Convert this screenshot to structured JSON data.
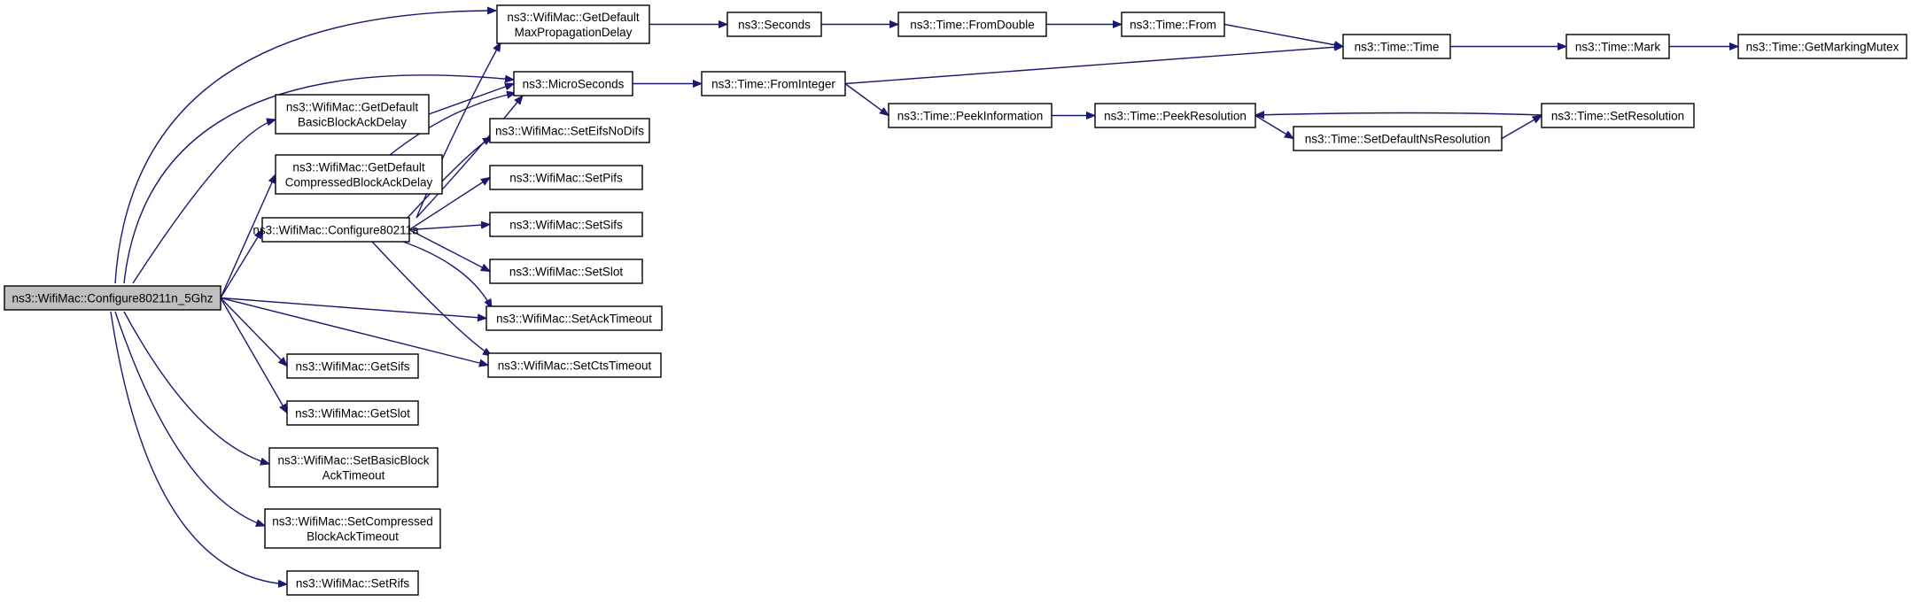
{
  "graph": {
    "root_node": "n_root",
    "nodes": [
      {
        "id": "n_root",
        "lines": [
          "ns3::WifiMac::Configure80211n_5Ghz"
        ]
      },
      {
        "id": "n_getdefmaxprop",
        "lines": [
          "ns3::WifiMac::GetDefault",
          "MaxPropagationDelay"
        ]
      },
      {
        "id": "n_microseconds",
        "lines": [
          "ns3::MicroSeconds"
        ]
      },
      {
        "id": "n_getdefbasic",
        "lines": [
          "ns3::WifiMac::GetDefault",
          "BasicBlockAckDelay"
        ]
      },
      {
        "id": "n_getdefcomp",
        "lines": [
          "ns3::WifiMac::GetDefault",
          "CompressedBlockAckDelay"
        ]
      },
      {
        "id": "n_conf80211a",
        "lines": [
          "ns3::WifiMac::Configure80211a"
        ]
      },
      {
        "id": "n_seteifs",
        "lines": [
          "ns3::WifiMac::SetEifsNoDifs"
        ]
      },
      {
        "id": "n_setpifs",
        "lines": [
          "ns3::WifiMac::SetPifs"
        ]
      },
      {
        "id": "n_setsifs",
        "lines": [
          "ns3::WifiMac::SetSifs"
        ]
      },
      {
        "id": "n_setslot",
        "lines": [
          "ns3::WifiMac::SetSlot"
        ]
      },
      {
        "id": "n_setack",
        "lines": [
          "ns3::WifiMac::SetAckTimeout"
        ]
      },
      {
        "id": "n_setcts",
        "lines": [
          "ns3::WifiMac::SetCtsTimeout"
        ]
      },
      {
        "id": "n_getsifs",
        "lines": [
          "ns3::WifiMac::GetSifs"
        ]
      },
      {
        "id": "n_getslot",
        "lines": [
          "ns3::WifiMac::GetSlot"
        ]
      },
      {
        "id": "n_setbasicba",
        "lines": [
          "ns3::WifiMac::SetBasicBlock",
          "AckTimeout"
        ]
      },
      {
        "id": "n_setcompba",
        "lines": [
          "ns3::WifiMac::SetCompressed",
          "BlockAckTimeout"
        ]
      },
      {
        "id": "n_setrifs",
        "lines": [
          "ns3::WifiMac::SetRifs"
        ]
      },
      {
        "id": "n_seconds",
        "lines": [
          "ns3::Seconds"
        ]
      },
      {
        "id": "n_fromdouble",
        "lines": [
          "ns3::Time::FromDouble"
        ]
      },
      {
        "id": "n_from",
        "lines": [
          "ns3::Time::From"
        ]
      },
      {
        "id": "n_time",
        "lines": [
          "ns3::Time::Time"
        ]
      },
      {
        "id": "n_mark",
        "lines": [
          "ns3::Time::Mark"
        ]
      },
      {
        "id": "n_getmarkingmutex",
        "lines": [
          "ns3::Time::GetMarkingMutex"
        ]
      },
      {
        "id": "n_frominteger",
        "lines": [
          "ns3::Time::FromInteger"
        ]
      },
      {
        "id": "n_peekinfo",
        "lines": [
          "ns3::Time::PeekInformation"
        ]
      },
      {
        "id": "n_peekres",
        "lines": [
          "ns3::Time::PeekResolution"
        ]
      },
      {
        "id": "n_setdefns",
        "lines": [
          "ns3::Time::SetDefaultNsResolution"
        ]
      },
      {
        "id": "n_setres",
        "lines": [
          "ns3::Time::SetResolution"
        ]
      }
    ],
    "edges": [
      {
        "from": "n_root",
        "to": "n_getdefmaxprop"
      },
      {
        "from": "n_root",
        "to": "n_microseconds"
      },
      {
        "from": "n_root",
        "to": "n_getdefbasic"
      },
      {
        "from": "n_root",
        "to": "n_getdefcomp"
      },
      {
        "from": "n_root",
        "to": "n_conf80211a"
      },
      {
        "from": "n_root",
        "to": "n_setack"
      },
      {
        "from": "n_root",
        "to": "n_setcts"
      },
      {
        "from": "n_root",
        "to": "n_getsifs"
      },
      {
        "from": "n_root",
        "to": "n_getslot"
      },
      {
        "from": "n_root",
        "to": "n_setbasicba"
      },
      {
        "from": "n_root",
        "to": "n_setcompba"
      },
      {
        "from": "n_root",
        "to": "n_setrifs"
      },
      {
        "from": "n_getdefbasic",
        "to": "n_microseconds"
      },
      {
        "from": "n_getdefcomp",
        "to": "n_microseconds"
      },
      {
        "from": "n_conf80211a",
        "to": "n_getdefmaxprop"
      },
      {
        "from": "n_conf80211a",
        "to": "n_microseconds"
      },
      {
        "from": "n_conf80211a",
        "to": "n_seteifs"
      },
      {
        "from": "n_conf80211a",
        "to": "n_setpifs"
      },
      {
        "from": "n_conf80211a",
        "to": "n_setsifs"
      },
      {
        "from": "n_conf80211a",
        "to": "n_setslot"
      },
      {
        "from": "n_conf80211a",
        "to": "n_setack"
      },
      {
        "from": "n_conf80211a",
        "to": "n_setcts"
      },
      {
        "from": "n_getdefmaxprop",
        "to": "n_seconds"
      },
      {
        "from": "n_seconds",
        "to": "n_fromdouble"
      },
      {
        "from": "n_fromdouble",
        "to": "n_from"
      },
      {
        "from": "n_from",
        "to": "n_time"
      },
      {
        "from": "n_time",
        "to": "n_mark"
      },
      {
        "from": "n_mark",
        "to": "n_getmarkingmutex"
      },
      {
        "from": "n_microseconds",
        "to": "n_frominteger"
      },
      {
        "from": "n_frominteger",
        "to": "n_time"
      },
      {
        "from": "n_frominteger",
        "to": "n_peekinfo"
      },
      {
        "from": "n_peekinfo",
        "to": "n_peekres"
      },
      {
        "from": "n_peekres",
        "to": "n_setdefns"
      },
      {
        "from": "n_setdefns",
        "to": "n_setres"
      },
      {
        "from": "n_setres",
        "to": "n_peekres"
      }
    ],
    "colors": {
      "edge": "#191970",
      "root_fill": "#bfbfbf",
      "node_fill": "#ffffff",
      "border": "#000000"
    }
  }
}
